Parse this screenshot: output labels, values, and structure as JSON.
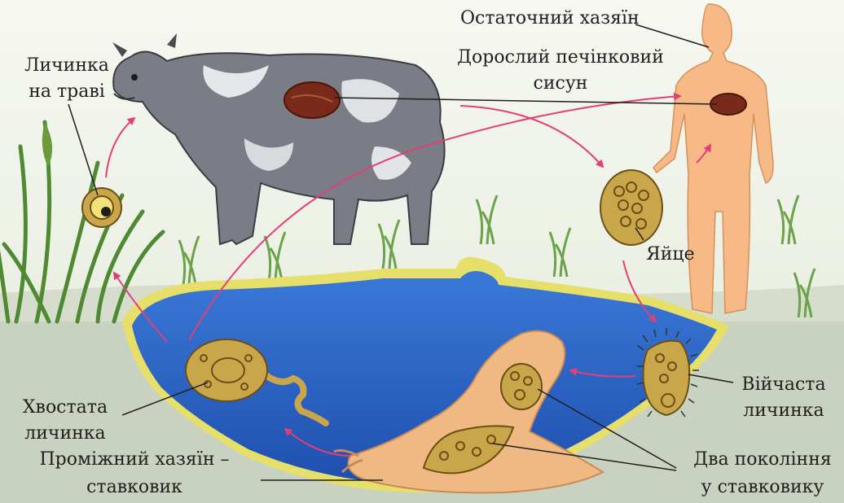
{
  "labels": {
    "definitive_host": "Остаточний хазяїн",
    "adult_fluke_line1": "Дорослий печінковий",
    "adult_fluke_line2": "сисун",
    "larva_on_grass_line1": "Личинка",
    "larva_on_grass_line2": "на траві",
    "egg": "Яйце",
    "ciliated_larva_line1": "Війчаста",
    "ciliated_larva_line2": "личинка",
    "tailed_larva_line1": "Хвостата",
    "tailed_larva_line2": "личинка",
    "intermediate_host_line1": "Проміжний хазяїн –",
    "intermediate_host_line2": "ставковик",
    "two_generations_line1": "Два покоління",
    "two_generations_line2": "у ставковику"
  },
  "colors": {
    "sky": "#f4f7ee",
    "ground": "#cfd8c6",
    "water": "#2f67c9",
    "pond_rim": "#e6df6a",
    "human": "#f7b985",
    "liver_fluke": "#7a2a1a",
    "larva_body": "#c9a64a",
    "snail": "#f0b883",
    "grass": "#5f9a3c",
    "arrow": "#e0407a"
  }
}
